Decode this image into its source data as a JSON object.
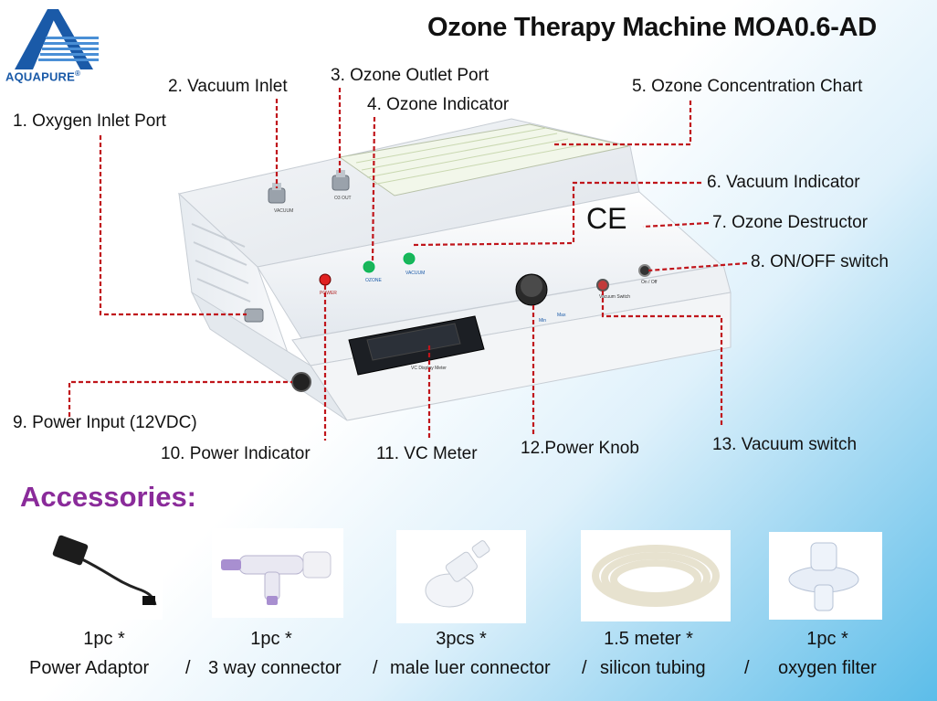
{
  "brand": {
    "name": "AQUAPURE",
    "registered": "®"
  },
  "title": "Ozone Therapy Machine MOA0.6-AD",
  "labels": {
    "l1": "1. Oxygen Inlet Port",
    "l2": "2. Vacuum Inlet",
    "l3": "3. Ozone Outlet Port",
    "l4": "4.  Ozone Indicator",
    "l5": "5. Ozone Concentration Chart",
    "l6": "6. Vacuum Indicator",
    "l7": "7. Ozone Destructor",
    "l8": "8. ON/OFF switch",
    "l9": "9. Power Input (12VDC)",
    "l10": "10.  Power Indicator",
    "l11": "11.  VC Meter",
    "l12": "12.Power Knob",
    "l13": "13.  Vacuum switch"
  },
  "device": {
    "port_vacuum": "VACUUM",
    "port_ozone": "O3 OUT",
    "ind_power": "POWER",
    "ind_ozone": "OZONE",
    "ind_vacuum": "VACUUM",
    "meter_caption": "VC Display Meter",
    "knob_low": "Min",
    "knob_high": "Max",
    "switch_vac": "Vacuum Switch",
    "switch_on": "On / Off",
    "ce_mark": "CE"
  },
  "accessories": {
    "heading": "Accessories:",
    "items": [
      {
        "qty": "1pc *",
        "name": "Power Adaptor"
      },
      {
        "qty": "1pc *",
        "name": "3 way connector"
      },
      {
        "qty": "3pcs *",
        "name": "male luer connector"
      },
      {
        "qty": "1.5 meter *",
        "name": "silicon tubing"
      },
      {
        "qty": "1pc *",
        "name": "oxygen filter"
      }
    ],
    "separator": "/"
  },
  "colors": {
    "leader": "#c0151b",
    "accent": "#8a2b9a",
    "brand": "#1a5aa8"
  }
}
